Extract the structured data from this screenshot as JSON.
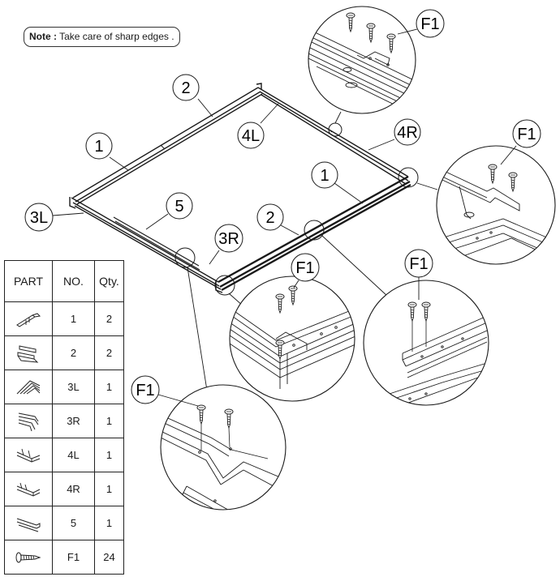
{
  "note": {
    "label": "Note :",
    "text": "Take care of sharp edges ."
  },
  "callouts": {
    "frame_1_left": "1",
    "frame_1_right": "1",
    "frame_2_top": "2",
    "frame_2_bottom": "2",
    "frame_3L": "3L",
    "frame_3R": "3R",
    "frame_4L": "4L",
    "frame_4R": "4R",
    "frame_5": "5",
    "screw_top": "F1",
    "screw_right": "F1",
    "screw_center": "F1",
    "screw_lower_right": "F1",
    "screw_bottom": "F1"
  },
  "parts_table": {
    "headers": [
      "PART",
      "NO.",
      "Qty."
    ],
    "rows": [
      {
        "icon": "bracket-rail-icon",
        "no": "1",
        "qty": "2"
      },
      {
        "icon": "double-rail-icon",
        "no": "2",
        "qty": "2"
      },
      {
        "icon": "ribbed-corner-left-icon",
        "no": "3L",
        "qty": "1"
      },
      {
        "icon": "ribbed-corner-right-icon",
        "no": "3R",
        "qty": "1"
      },
      {
        "icon": "angled-rail-left-icon",
        "no": "4L",
        "qty": "1"
      },
      {
        "icon": "angled-rail-right-icon",
        "no": "4R",
        "qty": "1"
      },
      {
        "icon": "channel-rail-icon",
        "no": "5",
        "qty": "1"
      },
      {
        "icon": "screw-icon",
        "no": "F1",
        "qty": "24"
      }
    ]
  }
}
